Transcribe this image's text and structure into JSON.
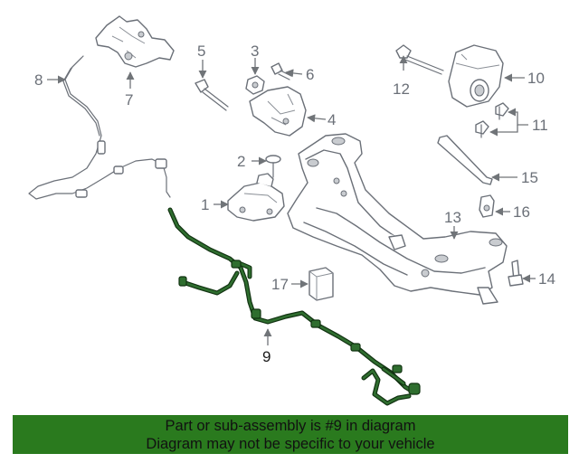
{
  "diagram": {
    "callouts": {
      "c1": "1",
      "c2": "2",
      "c3": "3",
      "c4": "4",
      "c5": "5",
      "c6": "6",
      "c7": "7",
      "c8": "8",
      "c9": "9",
      "c10": "10",
      "c11": "11",
      "c12": "12",
      "c13": "13",
      "c14": "14",
      "c15": "15",
      "c16": "16",
      "c17": "17"
    },
    "highlight_part": "9",
    "colors": {
      "highlight": "#2f6e2f",
      "banner": "#2a7a1e",
      "linework": "#6b7078"
    }
  },
  "banner": {
    "line1": "Part or sub-assembly is #9 in diagram",
    "line2": "Diagram may not be specific to your vehicle"
  }
}
